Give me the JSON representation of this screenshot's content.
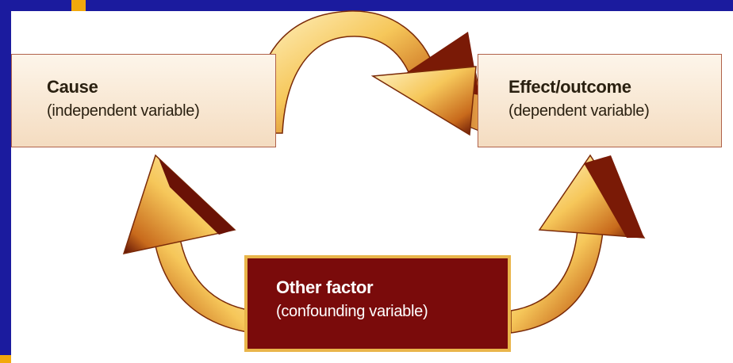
{
  "nodes": {
    "cause": {
      "title": "Cause",
      "subtitle": "(independent variable)"
    },
    "effect": {
      "title": "Effect/outcome",
      "subtitle": "(dependent variable)"
    },
    "other": {
      "title": "Other factor",
      "subtitle": "(confounding variable)"
    }
  },
  "edges": [
    {
      "from": "cause",
      "to": "effect"
    },
    {
      "from": "other",
      "to": "cause"
    },
    {
      "from": "other",
      "to": "effect"
    }
  ],
  "colors": {
    "background_frame": "#1b1b9e",
    "accent": "#f2a90c",
    "arrow_light": "#fbe39a",
    "arrow_dark": "#6a1206",
    "box_fill": "#f8e7d3",
    "other_fill": "#7a0b0b",
    "other_border": "#e9b54a"
  }
}
